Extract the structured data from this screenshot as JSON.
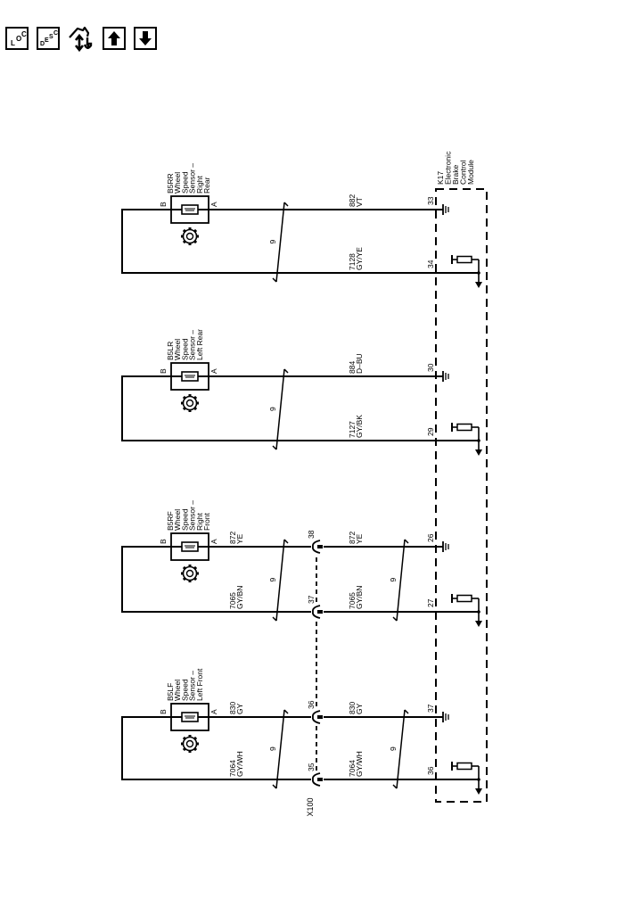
{
  "toolbar": {
    "buttons": [
      {
        "name": "loc-button",
        "icon": "location-icon",
        "letters": [
          "L",
          "O",
          "C"
        ]
      },
      {
        "name": "desc-button",
        "icon": "description-icon",
        "letters": [
          "D",
          "E",
          "S",
          "C"
        ]
      },
      {
        "name": "diagnostic-nav-button",
        "icon": "house-arrows-wrench-icon"
      },
      {
        "name": "page-up-button",
        "icon": "arrow-up-icon"
      },
      {
        "name": "page-down-button",
        "icon": "arrow-down-icon"
      }
    ]
  },
  "module": {
    "id": "K17",
    "name_lines": [
      "K17",
      "Electronic",
      "Brake",
      "Control",
      "Module"
    ]
  },
  "connector": {
    "id": "X100"
  },
  "twisted_pair_label": "9",
  "pin_labels": {
    "a": "A",
    "b": "B"
  },
  "circuits": [
    {
      "sensor_lines": [
        "B5RR",
        "Wheel",
        "Speed",
        "Sensor –",
        "Right",
        "Rear"
      ],
      "signal_wire": {
        "circuit": "882",
        "color": "VT",
        "module_pin": "33"
      },
      "low_wire": {
        "circuit": "7128",
        "color": "GY/YE",
        "module_pin": "34"
      },
      "via_connector": false
    },
    {
      "sensor_lines": [
        "B5LR",
        "Wheel",
        "Speed",
        "Sensor –",
        "Left Rear"
      ],
      "signal_wire": {
        "circuit": "884",
        "color": "D–BU",
        "module_pin": "30"
      },
      "low_wire": {
        "circuit": "7127",
        "color": "GY/BK",
        "module_pin": "29"
      },
      "via_connector": false
    },
    {
      "sensor_lines": [
        "B5RF",
        "Wheel",
        "Speed",
        "Sensor –",
        "Right",
        "Front"
      ],
      "signal_wire": {
        "circuit": "872",
        "color": "YE",
        "module_pin": "26",
        "connector_pin": "38"
      },
      "low_wire": {
        "circuit": "7065",
        "color": "GY/BN",
        "module_pin": "27",
        "connector_pin": "37"
      },
      "via_connector": true
    },
    {
      "sensor_lines": [
        "B5LF",
        "Wheel",
        "Speed",
        "Sensor –",
        "Left Front"
      ],
      "signal_wire": {
        "circuit": "830",
        "color": "GY",
        "module_pin": "37",
        "connector_pin": "36"
      },
      "low_wire": {
        "circuit": "7064",
        "color": "GY/WH",
        "module_pin": "36",
        "connector_pin": "35"
      },
      "via_connector": true
    }
  ]
}
